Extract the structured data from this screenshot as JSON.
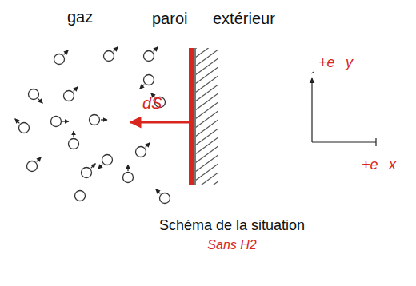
{
  "diagram": {
    "caption": "Schéma de la situation",
    "labels": [
      "gaz",
      "paroi",
      "extérieur",
      "dS⃗",
      "+e⃗y",
      "+e⃗x",
      "Sans H2"
    ]
  }
}
